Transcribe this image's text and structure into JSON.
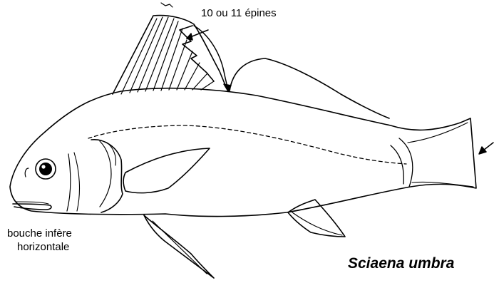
{
  "labels": {
    "spines": "10 ou 11 épines",
    "mouth_line1": "bouche infère",
    "mouth_line2": "horizontale",
    "species": "Sciaena umbra"
  },
  "colors": {
    "ink": "#000000",
    "background": "#ffffff"
  }
}
